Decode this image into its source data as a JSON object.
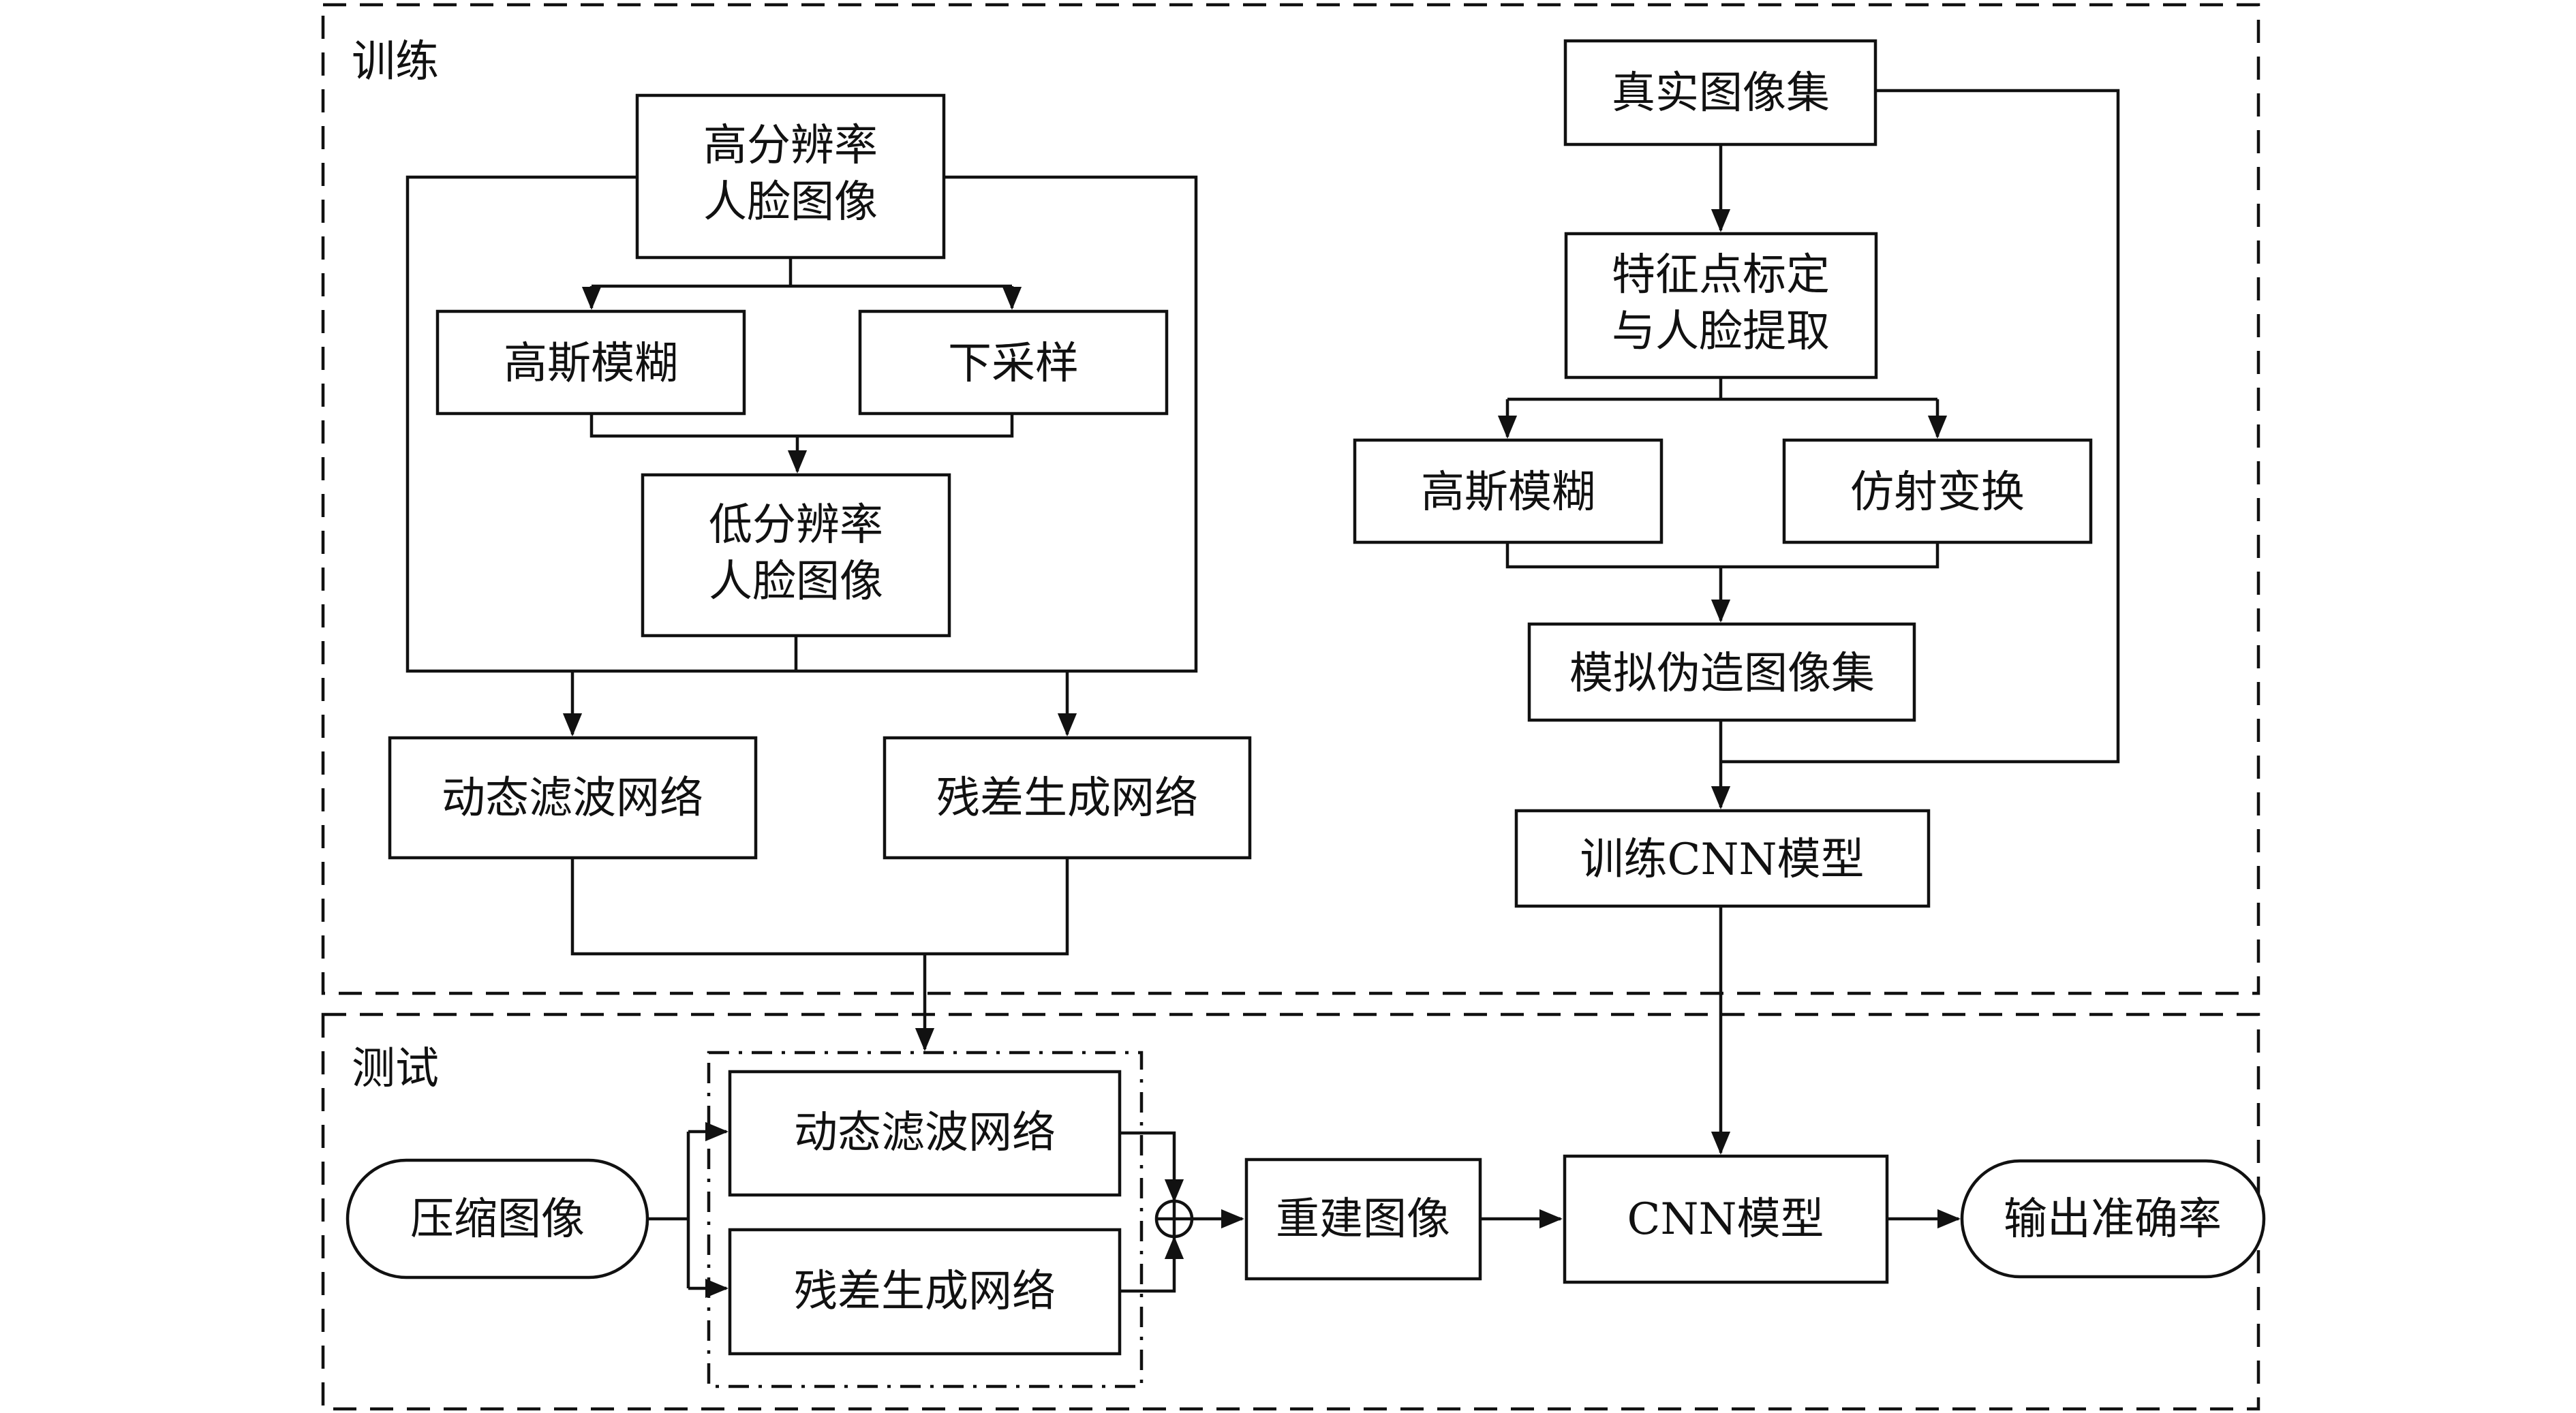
{
  "sections": {
    "train": "训练",
    "test": "测试"
  },
  "train_left": {
    "hr_face": [
      "高分辨率",
      "人脸图像"
    ],
    "gaussian_blur": "高斯模糊",
    "downsample": "下采样",
    "lr_face": [
      "低分辨率",
      "人脸图像"
    ],
    "dynamic_filter_net": "动态滤波网络",
    "residual_gen_net": "残差生成网络"
  },
  "train_right": {
    "real_set": "真实图像集",
    "landmark_extract": [
      "特征点标定",
      "与人脸提取"
    ],
    "gaussian_blur": "高斯模糊",
    "affine": "仿射变换",
    "forged_set": "模拟伪造图像集",
    "train_cnn": "训练CNN模型"
  },
  "test": {
    "compressed": "压缩图像",
    "dynamic_filter_net": "动态滤波网络",
    "residual_gen_net": "残差生成网络",
    "plus": "+",
    "reconstructed": "重建图像",
    "cnn_model": "CNN模型",
    "accuracy": "输出准确率"
  }
}
